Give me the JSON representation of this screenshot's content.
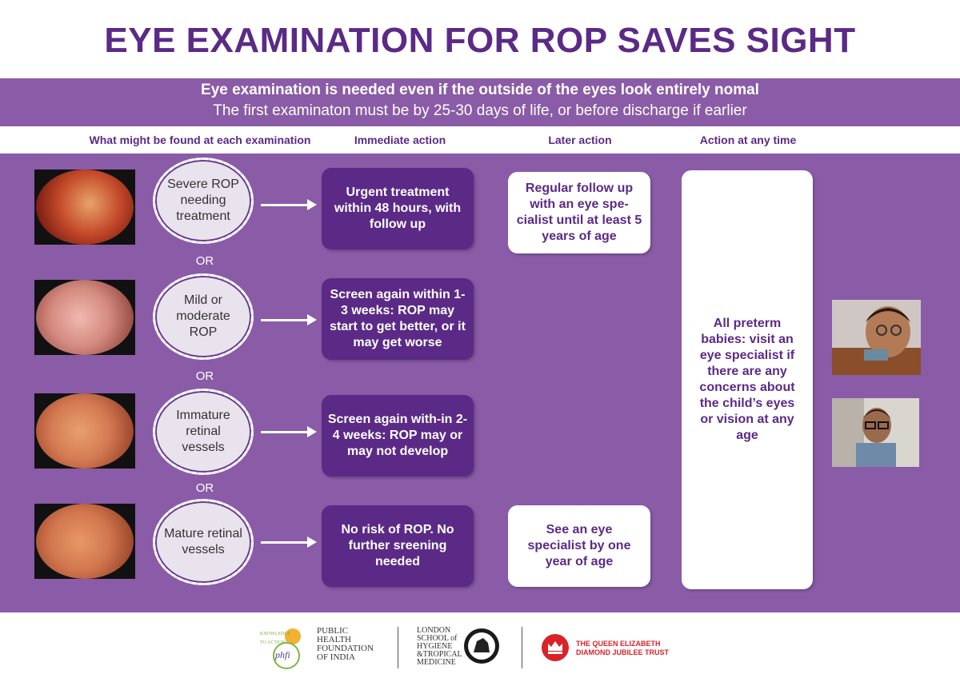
{
  "title": "EYE EXAMINATION FOR ROP SAVES SIGHT",
  "subtitle": {
    "line1": "Eye examination is needed even if the outside of the eyes look entirely nomal",
    "line2": "The first examinaton must be by 25-30 days of life, or before discharge if earlier"
  },
  "columns": {
    "found": "What might be found at each examination",
    "immediate": "Immediate action",
    "later": "Later action",
    "any_time": "Action at any time"
  },
  "or_label": "OR",
  "rows": [
    {
      "finding": "Severe ROP needing treatment",
      "action": "Urgent treatment within 48 hours, with follow up"
    },
    {
      "finding": "Mild or moderate ROP",
      "action": "Screen again within 1-3 weeks: ROP may start to get better, or it may get worse"
    },
    {
      "finding": "Immature retinal vessels",
      "action": "Screen again with-in 2-4 weeks: ROP may or may not develop"
    },
    {
      "finding": "Mature retinal vessels",
      "action": "No risk of ROP. No further sreening needed"
    }
  ],
  "later": {
    "top": "Regular follow up with an eye spe-cialist until at least 5 years of age",
    "bottom": "See an eye specialist by one year of age"
  },
  "any_time": "All preterm babies: visit an eye specialist if there are any concerns about the child’s eyes or vision at any age",
  "footer": {
    "phfi_arc": "KNOWLEDGE TO ACTION",
    "phfi_mark": "phfi",
    "phfi_lines": [
      "PUBLIC",
      "HEALTH",
      "FOUNDATION",
      "OF INDIA"
    ],
    "lshtm_lines": [
      "LONDON",
      "SCHOOL of",
      "HYGIENE",
      "&TROPICAL",
      "MEDICINE"
    ],
    "qe_lines": [
      "THE QUEEN ELIZABETH",
      "DIAMOND JUBILEE TRUST"
    ]
  }
}
